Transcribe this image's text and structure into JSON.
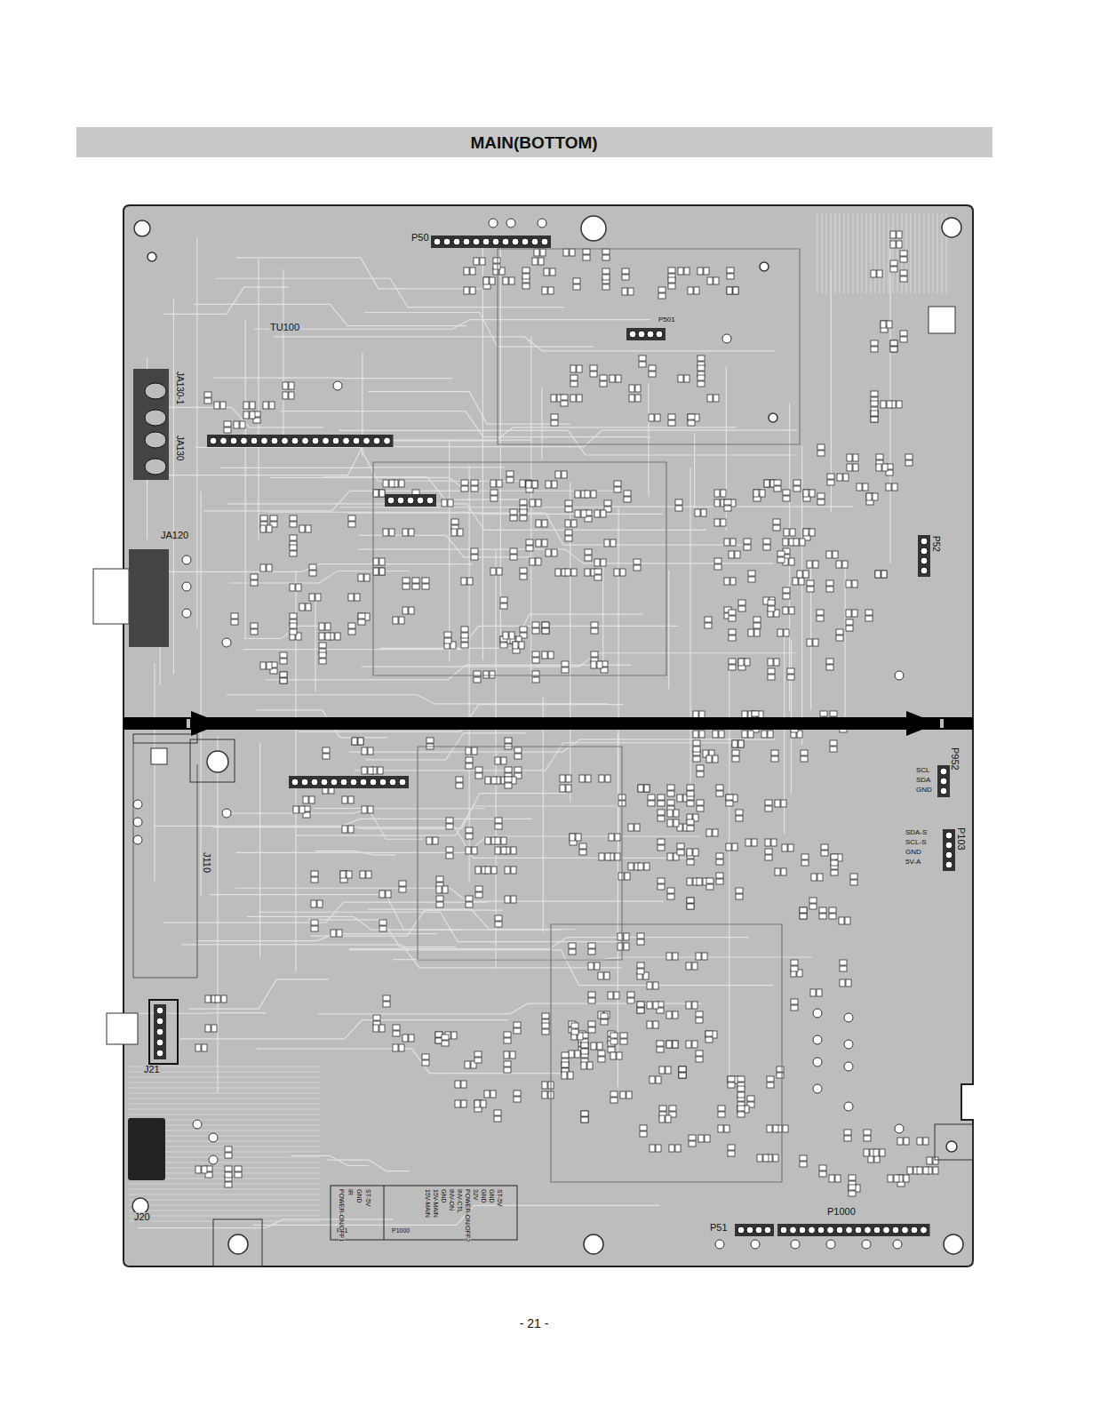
{
  "diagram": {
    "title": "MAIN(BOTTOM)",
    "labels": [
      "P50",
      "TU100",
      "JA130-1",
      "JA130",
      "JA120",
      "J110",
      "J21",
      "J20",
      "P952",
      "SCL",
      "SDA",
      "GND",
      "P103",
      "SDA-S",
      "SCL-S",
      "GND",
      "5V-A",
      "P51",
      "P1000",
      "P501",
      "P52",
      "P51",
      "POWER-ON/OFF1",
      "IR",
      "GND",
      "ST-5V",
      "P1000",
      "15V-MAIN",
      "15V-MAIN",
      "GND",
      "INV-ON",
      "INV-CTL",
      "POWER-ON/OFF2",
      "32V",
      "GND",
      "GND",
      "ST-5V",
      "- 21 -"
    ]
  }
}
